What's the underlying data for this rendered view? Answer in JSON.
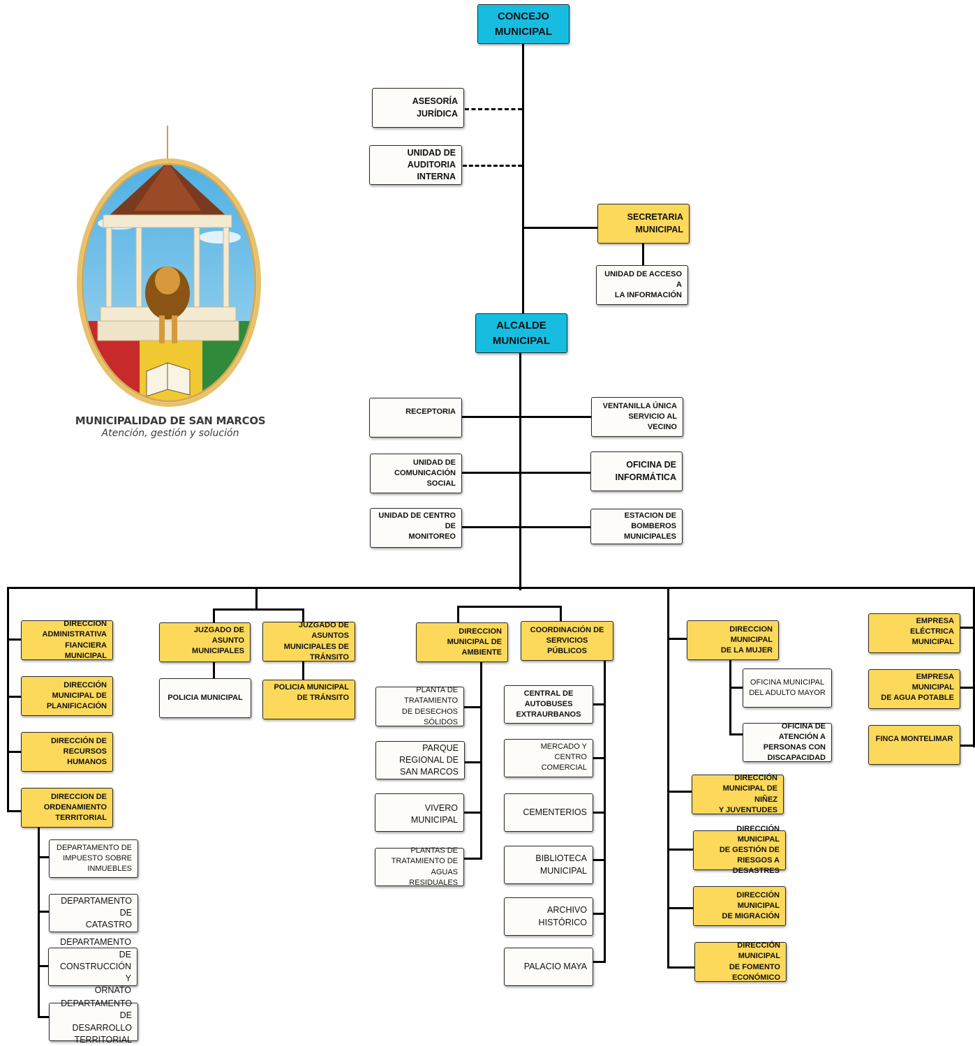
{
  "logo": {
    "name": "MUNICIPALIDAD DE SAN MARCOS",
    "slogan": "Atención, gestión y solución"
  },
  "top": {
    "concejo": "CONCEJO\nMUNICIPAL",
    "asesoria": "ASESORÍA\nJURÍDICA",
    "auditoria": "UNIDAD DE\nAUDITORIA INTERNA",
    "secretaria": "SECRETARIA\nMUNICIPAL",
    "acceso": "UNIDAD DE ACCESO A\nLA INFORMACIÓN",
    "alcalde": "ALCALDE\nMUNICIPAL"
  },
  "staff": {
    "receptoria": "RECEPTORIA",
    "ventanilla": "VENTANILLA ÚNICA\nSERVICIO AL VECINO",
    "comunicacion": "UNIDAD DE\nCOMUNICACIÓN SOCIAL",
    "informatica": "OFICINA DE\nINFORMÁTICA",
    "monitoreo": "UNIDAD DE CENTRO DE\nMONITOREO",
    "bomberos": "ESTACION DE BOMBEROS\nMUNICIPALES"
  },
  "left": {
    "daf": "DIRECCION\nADMINISTRATIVA\nFIANCIERA MUNICIPAL",
    "planificacion": "DIRECCIÓN\nMUNICIPAL DE\nPLANIFICACIÓN",
    "rrhh": "DIRECCIÓN DE\nRECURSOS HUMANOS",
    "ordenamiento": "DIRECCION DE\nORDENAMIENTO\nTERRITORIAL",
    "inmuebles": "DEPARTAMENTO DE\nIMPUESTO SOBRE\nINMUEBLES",
    "catastro": "DEPARTAMENTO DE\nCATASTRO",
    "construccion": "DEPARTAMENTO DE\nCONSTRUCCIÓN Y\nORNATO",
    "desarrollo": "DEPARTAMENTO DE\nDESARROLLO\nTERRITORIAL"
  },
  "juzgados": {
    "municipales": "JUZGADO DE ASUNTO\nMUNICIPALES",
    "transito": "JUZGADO DE ASUNTOS\nMUNICIPALES DE\nTRÁNSITO",
    "policia": "POLICIA MUNICIPAL",
    "policia_transito": "POLICIA MUNICIPAL\nDE TRÁNSITO"
  },
  "ambiente": {
    "direccion": "DIRECCION\nMUNICIPAL DE\nAMBIENTE",
    "planta_desechos": "PLANTA DE TRATAMIENTO\nDE DESECHOS SÓLIDOS",
    "parque": "PARQUE REGIONAL DE\nSAN MARCOS",
    "vivero": "VIVERO MUNICIPAL",
    "plantas_aguas": "PLANTAS DE\nTRATAMIENTO DE AGUAS\nRESIDUALES"
  },
  "servicios": {
    "coordinacion": "COORDINACIÓN DE\nSERVICIOS PÚBLICOS",
    "autobuses": "CENTRAL DE\nAUTOBUSES\nEXTRAURBANOS",
    "mercado": "MERCADO Y CENTRO\nCOMERCIAL",
    "cementerios": "CEMENTERIOS",
    "biblioteca": "BIBLIOTECA MUNICIPAL",
    "archivo": "ARCHIVO HISTÓRICO",
    "palacio": "PALACIO MAYA"
  },
  "social": {
    "mujer": "DIRECCION MUNICIPAL\nDE LA MUJER",
    "adulto": "OFICINA MUNICIPAL\nDEL ADULTO MAYOR",
    "discapacidad": "OFICINA DE ATENCIÓN A\nPERSONAS CON\nDISCAPACIDAD",
    "ninez": "DIRECCIÓN\nMUNICIPAL DE NIÑEZ\nY JUVENTUDES",
    "riesgos": "DIRECCIÓN MUNICIPAL\nDE GESTIÓN DE\nRIESGOS A DESASTRES",
    "migracion": "DIRECCIÓN MUNICIPAL\nDE MIGRACIÓN",
    "fomento": "DIRECCIÓN MUNICIPAL\nDE FOMENTO\nECONÓMICO"
  },
  "empresas": {
    "electrica": "EMPRESA ELÉCTRICA\nMUNICIPAL",
    "agua": "EMPRESA MUNICIPAL\nDE AGUA POTABLE",
    "finca": "FINCA MONTELIMAR"
  },
  "colors": {
    "unit_fill": "#fcd95a",
    "authority_fill": "#16bde0",
    "office_fill": "#fdfcf8"
  }
}
